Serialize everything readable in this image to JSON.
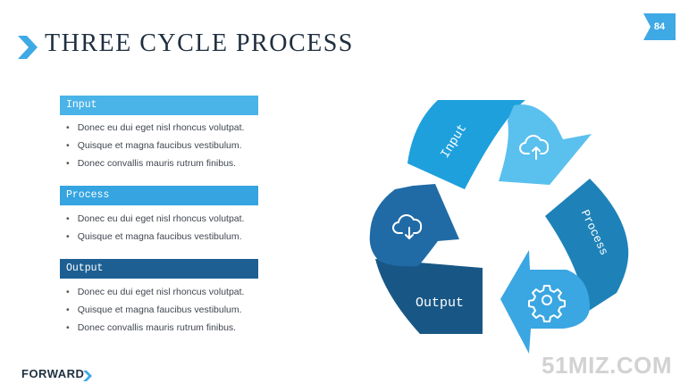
{
  "header": {
    "title": "THREE CYCLE PROCESS",
    "page_number": "84"
  },
  "sections": [
    {
      "header": "Input",
      "color": "#4ab3e8",
      "items": [
        "Donec eu dui eget nisl rhoncus volutpat.",
        "Quisque et magna faucibus vestibulum.",
        "Donec convallis mauris rutrum finibus."
      ]
    },
    {
      "header": "Process",
      "color": "#35a4e0",
      "items": [
        "Donec eu dui eget nisl rhoncus volutpat.",
        "Quisque et magna faucibus vestibulum."
      ]
    },
    {
      "header": "Output",
      "color": "#1d5f93",
      "items": [
        "Donec eu dui eget nisl rhoncus volutpat.",
        "Quisque et magna faucibus vestibulum.",
        "Donec convallis mauris rutrum finibus."
      ]
    }
  ],
  "diagram": {
    "segments": [
      {
        "label": "Input",
        "icon": "cloud-upload-icon",
        "color": "#1ea0dc",
        "arrow_color": "#5ac0ee"
      },
      {
        "label": "Process",
        "icon": "gear-icon",
        "color": "#1e82b8",
        "arrow_color": "#3aa6e2"
      },
      {
        "label": "Output",
        "icon": "cloud-download-icon",
        "color": "#185785",
        "arrow_color": "#206ba6"
      }
    ]
  },
  "footer": {
    "brand": "FORWARD",
    "watermark": "51MIZ.COM"
  },
  "colors": {
    "accent": "#3fa9e6",
    "title": "#1f2f3f"
  }
}
